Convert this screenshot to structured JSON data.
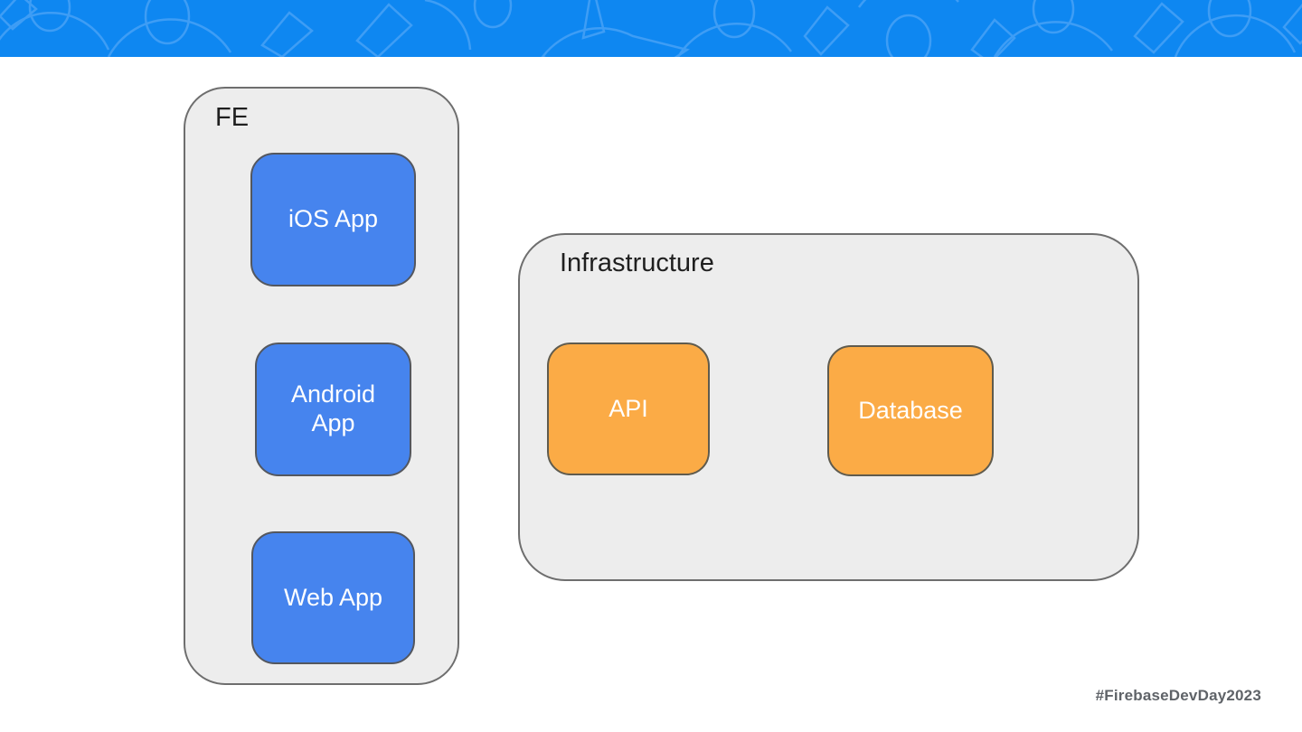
{
  "slide": {
    "footer_hashtag": "#FirebaseDevDay2023"
  },
  "diagram": {
    "fe_group": {
      "label": "FE",
      "boxes": [
        {
          "label": "iOS App"
        },
        {
          "label": "Android App"
        },
        {
          "label": "Web App"
        }
      ]
    },
    "infrastructure_group": {
      "label": "Infrastructure",
      "boxes": [
        {
          "label": "API"
        },
        {
          "label": "Database"
        }
      ]
    }
  },
  "colors": {
    "header_blue": "#0e87f1",
    "header_pattern_stroke": "#47a2f6",
    "frontend_node_blue": "#4684ee",
    "infra_node_orange": "#fbab46",
    "group_fill_gray": "#ededed",
    "group_border_gray": "#6e6e6e",
    "node_text_white": "#ffffff",
    "group_label_black": "#1f1f1f",
    "hashtag_gray": "#5f6368"
  },
  "icons": {
    "header_pattern": "decorative gear and wedge outlines"
  }
}
